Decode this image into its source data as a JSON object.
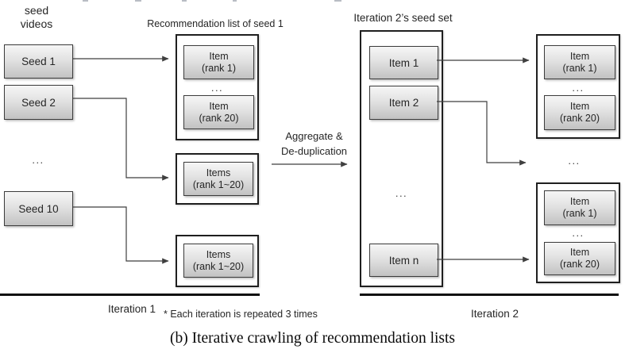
{
  "colors": {
    "box_fill_top": "#f6f6f6",
    "box_fill_bottom": "#c2c2c2",
    "box_border": "#3c3c3c",
    "container_border": "#1f1f1f",
    "arrow": "#3f3f3f",
    "rule": "#101010",
    "text": "#262626"
  },
  "labels": {
    "seed_videos_line1": "seed",
    "seed_videos_line2": "videos",
    "rec_list_of_seed1": "Recommendation list of seed 1",
    "iteration2_seed_set": "Iteration 2’s seed set",
    "aggregate_line1": "Aggregate &",
    "aggregate_line2": "De-duplication",
    "iteration1": "Iteration 1",
    "iteration2": "Iteration 2",
    "footnote": "* Each iteration is repeated 3 times",
    "caption": "(b) Iterative crawling of recommendation lists",
    "ellipsis": "..."
  },
  "seed_boxes": [
    {
      "label": "Seed 1"
    },
    {
      "label": "Seed 2"
    },
    {
      "label": "Seed 10"
    }
  ],
  "seed1_rec_list": {
    "items": [
      {
        "line1": "Item",
        "line2": "(rank 1)"
      },
      {
        "line1": "Item",
        "line2": "(rank 20)"
      }
    ]
  },
  "aggregated_lists": [
    {
      "line1": "Items",
      "line2": "(rank 1~20)"
    },
    {
      "line1": "Items",
      "line2": "(rank 1~20)"
    }
  ],
  "iteration2_seed_set_box": {
    "items": [
      {
        "label": "Item 1"
      },
      {
        "label": "Item 2"
      },
      {
        "label": "Item n"
      }
    ]
  },
  "iteration2_rec_lists": [
    {
      "items": [
        {
          "line1": "Item",
          "line2": "(rank 1)"
        },
        {
          "line1": "Item",
          "line2": "(rank 20)"
        }
      ]
    },
    {
      "items": [
        {
          "line1": "Item",
          "line2": "(rank 1)"
        },
        {
          "line1": "Item",
          "line2": "(rank 20)"
        }
      ]
    }
  ]
}
